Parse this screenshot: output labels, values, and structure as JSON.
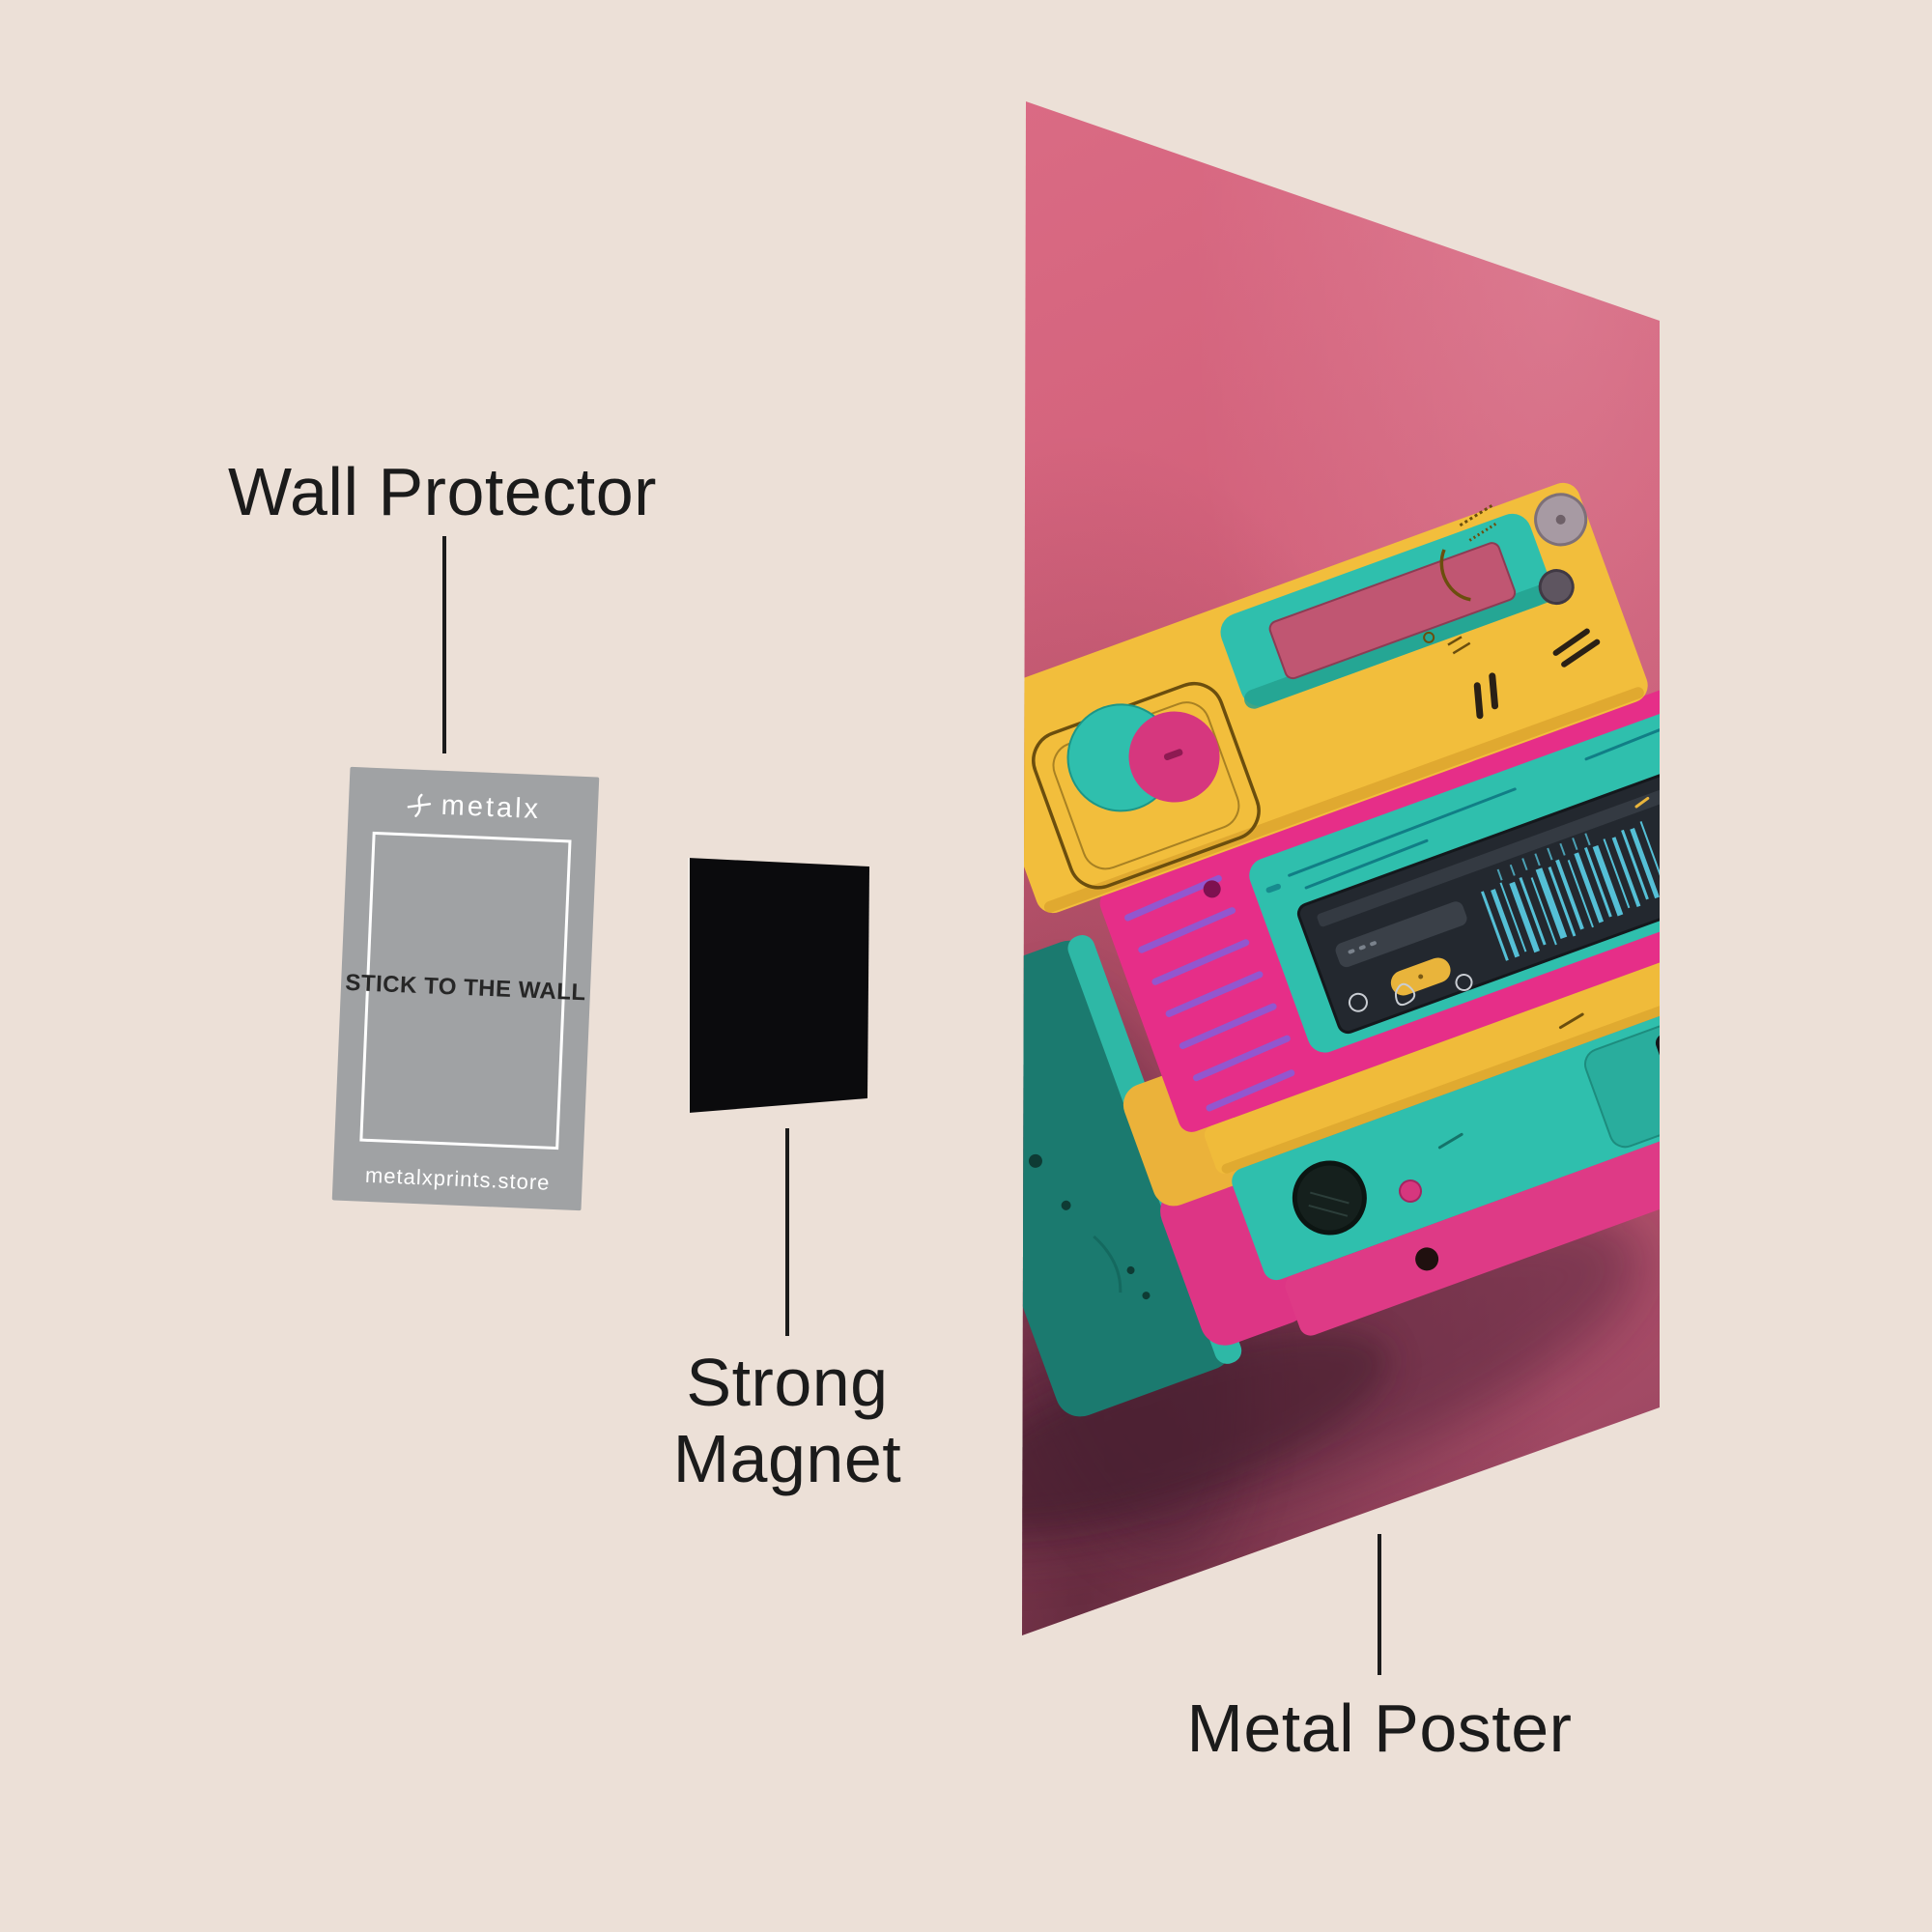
{
  "labels": {
    "wall_protector": "Wall Protector",
    "strong_magnet": "Strong Magnet",
    "metal_poster": "Metal Poster"
  },
  "card": {
    "brand": "metalx",
    "center_text": "STICK TO THE WALL",
    "footer_text": "metalxprints.store",
    "logo_icon": "metalx-brand-mark-icon"
  },
  "poster": {
    "artwork_subject": "retro cassette player in yellow, magenta and teal on pink background"
  },
  "colors": {
    "background": "#ECE0D7",
    "label_text": "#1B1B1B",
    "connector": "#1B1B1B",
    "card_bg": "#A0A2A4",
    "card_text": "#FFFFFF",
    "card_center_text": "#272727",
    "magnet": "#0B0B0D",
    "poster_pink": "#D5627C",
    "poster_pink_dark": "#9C4763",
    "device_yellow": "#F2BE3C",
    "device_magenta": "#E62E88",
    "device_teal": "#2FBFAD",
    "device_teal_dark": "#1B7A6F",
    "screen_dark": "#23282F",
    "barcode_teal": "#55BFD6",
    "knob_pink": "#D6377E",
    "accent_yellow": "#E9B43B"
  }
}
